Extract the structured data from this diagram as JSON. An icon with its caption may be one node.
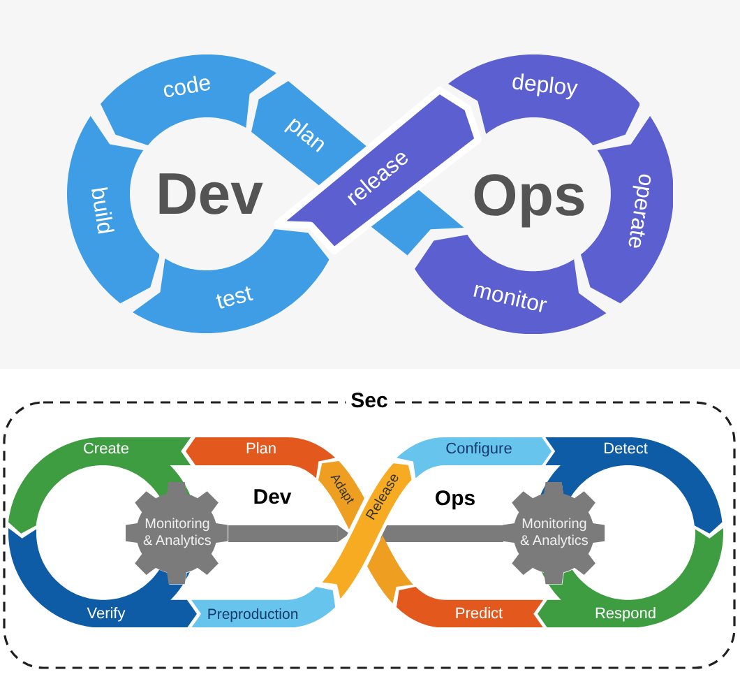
{
  "diagram": {
    "nodes": [
      {
        "text": [
          "plan"
        ]
      },
      {
        "text": [
          "code"
        ]
      },
      {
        "text": [
          "build"
        ]
      },
      {
        "text": [
          "test"
        ]
      },
      {
        "text": [
          "release"
        ]
      },
      {
        "text": [
          "deploy"
        ]
      },
      {
        "text": [
          "operate"
        ]
      },
      {
        "text": [
          "monitor"
        ]
      },
      {
        "text": [
          "Sec"
        ]
      },
      {
        "text": [
          "Create"
        ],
        "in": 8
      },
      {
        "text": [
          "Plan"
        ],
        "in": 8
      },
      {
        "text": [
          "Adapt"
        ],
        "in": 8
      },
      {
        "text": [
          "Configure"
        ],
        "in": 8
      },
      {
        "text": [
          "Detect"
        ],
        "in": 8
      },
      {
        "text": [
          "Monitoring & Analytics"
        ],
        "in": 8
      },
      {
        "text": [
          "Release"
        ],
        "in": 8
      },
      {
        "text": [
          "Monitoring & Analytics"
        ],
        "in": 8
      },
      {
        "text": [
          "Verify"
        ],
        "in": 8
      },
      {
        "text": [
          "Preproduction"
        ],
        "in": 8
      },
      {
        "text": [
          "Predict"
        ],
        "in": 8
      },
      {
        "text": [
          "Respond"
        ],
        "in": 8
      },
      {
        "text": [],
        "shape": "bar",
        "in": 8
      }
    ],
    "edges": [
      {
        "from": 14,
        "to": 15,
        "arrow": "to"
      },
      {
        "from": 16,
        "to": 15,
        "arrow": "none"
      }
    ],
    "labels": [
      "Dev",
      "Ops",
      "Dev",
      "Ops"
    ]
  }
}
